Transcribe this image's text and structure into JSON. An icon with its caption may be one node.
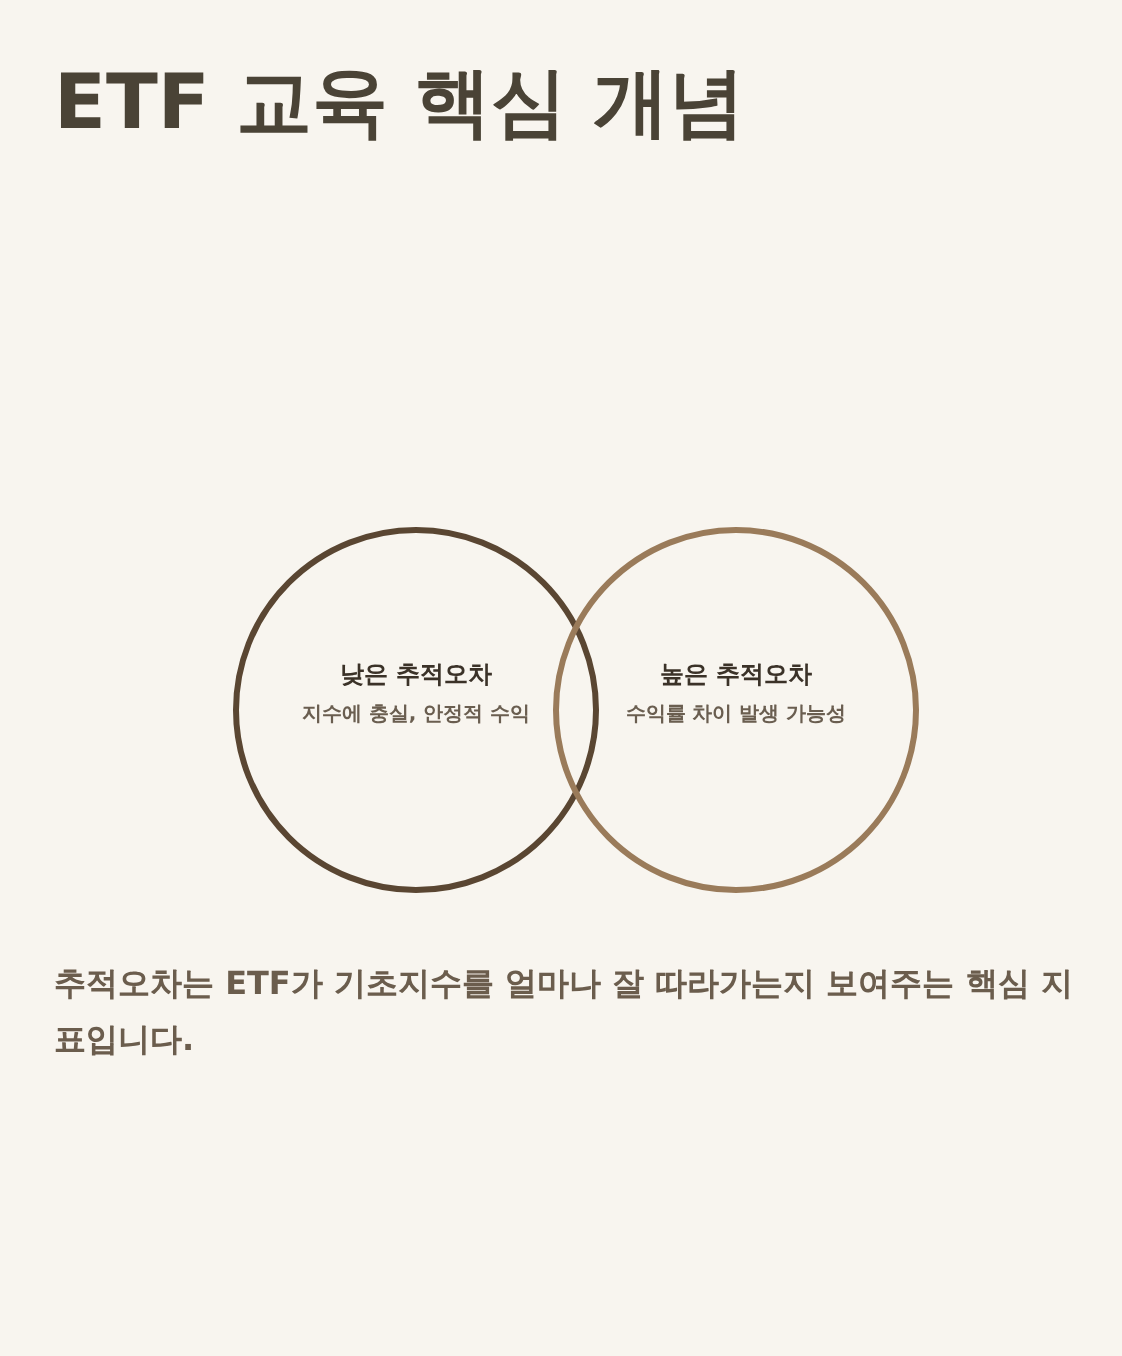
{
  "diagram": {
    "title": "ETF 교육 핵심 개념",
    "nodes": [
      {
        "text": [
          "낮은 추적오차",
          "지수에 충실, 안정적 수익"
        ]
      },
      {
        "text": [
          "높은 추적오차",
          "수익률 차이 발생 가능성"
        ]
      }
    ],
    "caption": "추적오차는 ETF가 기초지수를 얼마나 잘 따라가는지 보여주는 핵심 지표입니다."
  }
}
